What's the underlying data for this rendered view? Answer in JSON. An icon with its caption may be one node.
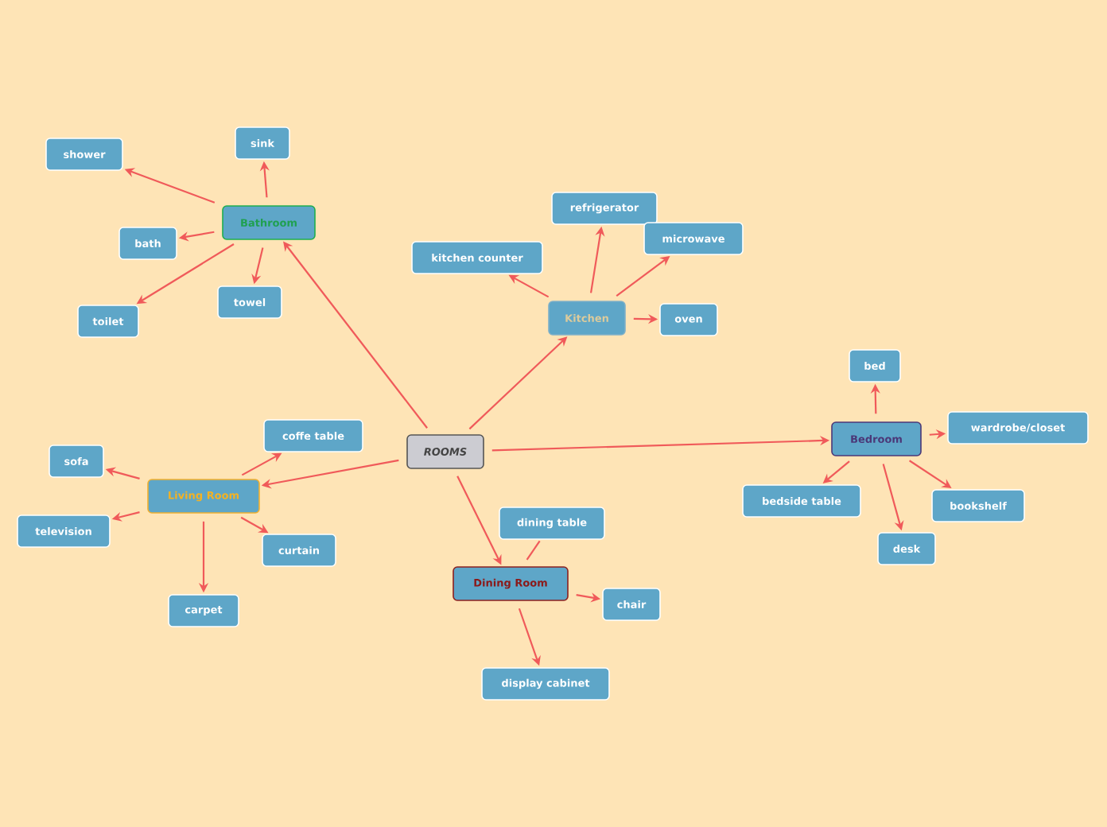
{
  "diagram": {
    "nodes": [
      {
        "text": [
          "ROOMS"
        ]
      },
      {
        "text": [
          "Bathroom"
        ]
      },
      {
        "text": [
          "shower"
        ]
      },
      {
        "text": [
          "sink"
        ]
      },
      {
        "text": [
          "bath"
        ]
      },
      {
        "text": [
          "toilet"
        ]
      },
      {
        "text": [
          "towel"
        ]
      },
      {
        "text": [
          "Kitchen"
        ]
      },
      {
        "text": [
          "kitchen counter"
        ]
      },
      {
        "text": [
          "refrigerator"
        ]
      },
      {
        "text": [
          "microwave"
        ]
      },
      {
        "text": [
          "oven"
        ]
      },
      {
        "text": [
          "Living Room"
        ]
      },
      {
        "text": [
          "coffe table"
        ]
      },
      {
        "text": [
          "sofa"
        ]
      },
      {
        "text": [
          "television"
        ]
      },
      {
        "text": [
          "curtain"
        ]
      },
      {
        "text": [
          "carpet"
        ]
      },
      {
        "text": [
          "Dining Room"
        ]
      },
      {
        "text": [
          "dining table"
        ]
      },
      {
        "text": [
          "chair"
        ]
      },
      {
        "text": [
          "display cabinet"
        ]
      },
      {
        "text": [
          "Bedroom"
        ]
      },
      {
        "text": [
          "bed"
        ]
      },
      {
        "text": [
          "wardrobe/closet"
        ]
      },
      {
        "text": [
          "bedside table"
        ]
      },
      {
        "text": [
          "bookshelf"
        ]
      },
      {
        "text": [
          "desk"
        ]
      }
    ],
    "edges": [
      {
        "from": 0,
        "to": 1,
        "arrow": "to"
      },
      {
        "from": 0,
        "to": 7,
        "arrow": "to"
      },
      {
        "from": 0,
        "to": 12,
        "arrow": "to"
      },
      {
        "from": 0,
        "to": 18,
        "arrow": "to"
      },
      {
        "from": 0,
        "to": 22,
        "arrow": "to"
      },
      {
        "from": 1,
        "to": 2,
        "arrow": "to"
      },
      {
        "from": 1,
        "to": 3,
        "arrow": "to"
      },
      {
        "from": 1,
        "to": 4,
        "arrow": "to"
      },
      {
        "from": 1,
        "to": 5,
        "arrow": "to"
      },
      {
        "from": 1,
        "to": 6,
        "arrow": "to"
      },
      {
        "from": 7,
        "to": 8,
        "arrow": "to"
      },
      {
        "from": 7,
        "to": 9,
        "arrow": "to"
      },
      {
        "from": 7,
        "to": 10,
        "arrow": "to"
      },
      {
        "from": 7,
        "to": 11,
        "arrow": "to"
      },
      {
        "from": 12,
        "to": 13,
        "arrow": "to"
      },
      {
        "from": 12,
        "to": 14,
        "arrow": "to"
      },
      {
        "from": 12,
        "to": 15,
        "arrow": "to"
      },
      {
        "from": 12,
        "to": 16,
        "arrow": "to"
      },
      {
        "from": 12,
        "to": 17,
        "arrow": "to"
      },
      {
        "from": 18,
        "to": 19,
        "arrow": "none"
      },
      {
        "from": 18,
        "to": 20,
        "arrow": "to"
      },
      {
        "from": 18,
        "to": 21,
        "arrow": "to"
      },
      {
        "from": 22,
        "to": 23,
        "arrow": "to"
      },
      {
        "from": 22,
        "to": 24,
        "arrow": "to"
      },
      {
        "from": 22,
        "to": 25,
        "arrow": "to"
      },
      {
        "from": 22,
        "to": 26,
        "arrow": "to"
      },
      {
        "from": 22,
        "to": 27,
        "arrow": "to"
      }
    ]
  }
}
